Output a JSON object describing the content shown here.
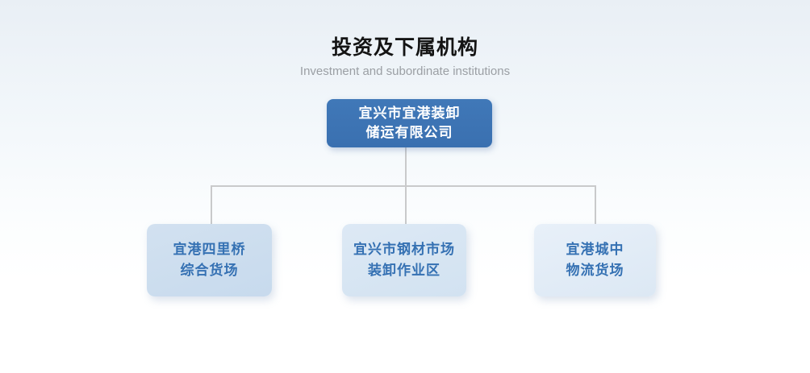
{
  "header": {
    "title": "投资及下属机构",
    "subtitle": "Investment and subordinate institutions"
  },
  "chart": {
    "type": "org-chart",
    "root": {
      "name": "宜兴市宜港装卸储运有限公司",
      "line1": "宜兴市宜港装卸",
      "line2": "储运有限公司"
    },
    "children": [
      {
        "name": "宜港四里桥综合货场",
        "line1": "宜港四里桥",
        "line2": "综合货场"
      },
      {
        "name": "宜兴市钢材市场装卸作业区",
        "line1": "宜兴市钢材市场",
        "line2": "装卸作业区"
      },
      {
        "name": "宜港城中物流货场",
        "line1": "宜港城中",
        "line2": "物流货场"
      }
    ]
  },
  "colors": {
    "root_node_bg": "#3c73b4",
    "root_node_text": "#ffffff",
    "child_node_bg_1": "#c9dbee",
    "child_node_bg_2": "#d6e4f2",
    "child_node_bg_3": "#e0eaf6",
    "child_node_text": "#3571b3",
    "connector_line": "#c9cacb",
    "title_text": "#141414",
    "subtitle_text": "#9b9fa4",
    "background_top": "#e9eff5",
    "background_bottom": "#ffffff"
  }
}
